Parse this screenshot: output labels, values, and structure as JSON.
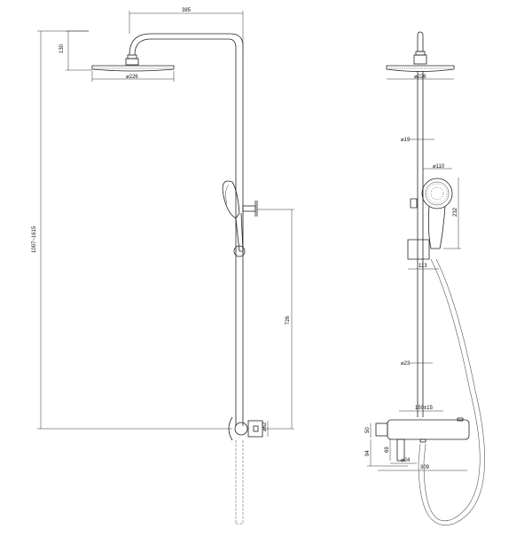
{
  "drawing": {
    "type": "technical-drawing",
    "subject": "thermostatic shower system",
    "views": [
      {
        "name": "side-view",
        "dimensions": {
          "arm_length": "385",
          "head_height": "130",
          "head_diameter": "⌀226",
          "total_height": "1007~1615",
          "handset_to_mixer": "726",
          "outlet": "⌀62"
        }
      },
      {
        "name": "front-view",
        "dimensions": {
          "head_diameter": "⌀226",
          "riser_diameter": "⌀19",
          "handset_diameter": "⌀110",
          "handset_length": "232",
          "holder_offset": "113",
          "pipe_diameter": "⌀23",
          "centers": "150±15",
          "mixer_height": "50",
          "inlet_height": "94",
          "spout_height": "69",
          "spout_diameter": "⌀24",
          "mixer_width": "309"
        }
      }
    ]
  }
}
